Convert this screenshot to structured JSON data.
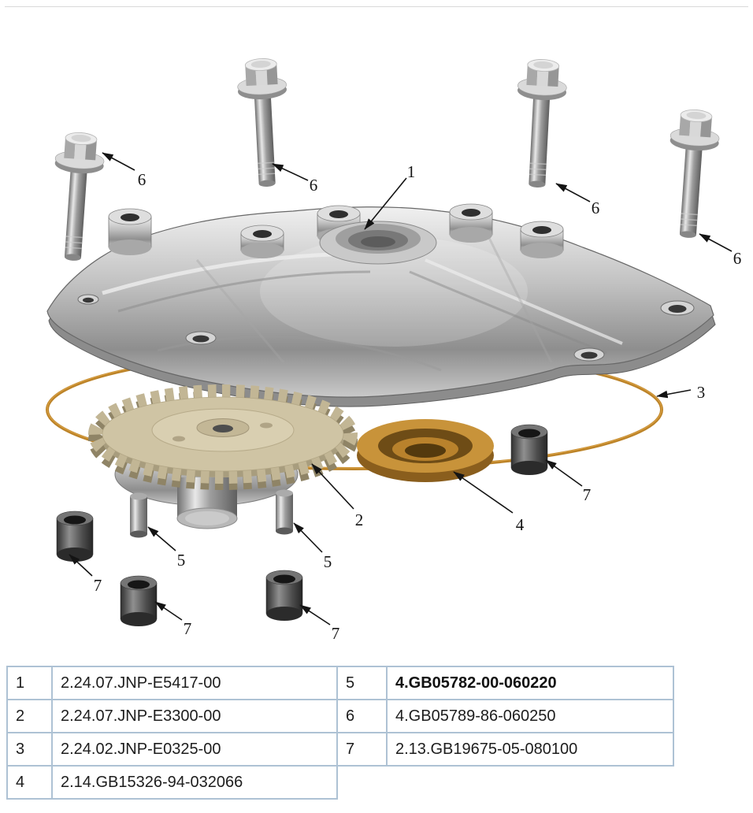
{
  "figure": {
    "callouts": [
      {
        "label": "1"
      },
      {
        "label": "6"
      },
      {
        "label": "6"
      },
      {
        "label": "6"
      },
      {
        "label": "6"
      },
      {
        "label": "3"
      },
      {
        "label": "7"
      },
      {
        "label": "2"
      },
      {
        "label": "4"
      },
      {
        "label": "5"
      },
      {
        "label": "5"
      },
      {
        "label": "7"
      },
      {
        "label": "7"
      },
      {
        "label": "7"
      }
    ],
    "colors": {
      "gasket_oring": "#bc8328",
      "seal_ring": "#c8933a",
      "gear": "#cfc4a4",
      "housing_metal": "#bfbfbf",
      "bushing_dark": "#3a3a3a",
      "table_border": "#aec2d4"
    }
  },
  "parts_table": {
    "left_rows": [
      {
        "ref": "1",
        "part_no": "2.24.07.JNP-E5417-00"
      },
      {
        "ref": "2",
        "part_no": "2.24.07.JNP-E3300-00"
      },
      {
        "ref": "3",
        "part_no": "2.24.02.JNP-E0325-00"
      },
      {
        "ref": "4",
        "part_no": "2.14.GB15326-94-032066"
      }
    ],
    "right_rows": [
      {
        "ref": "5",
        "part_no": "4.GB05782-00-060220",
        "bold": true
      },
      {
        "ref": "6",
        "part_no": "4.GB05789-86-060250"
      },
      {
        "ref": "7",
        "part_no": "2.13.GB19675-05-080100"
      }
    ]
  }
}
